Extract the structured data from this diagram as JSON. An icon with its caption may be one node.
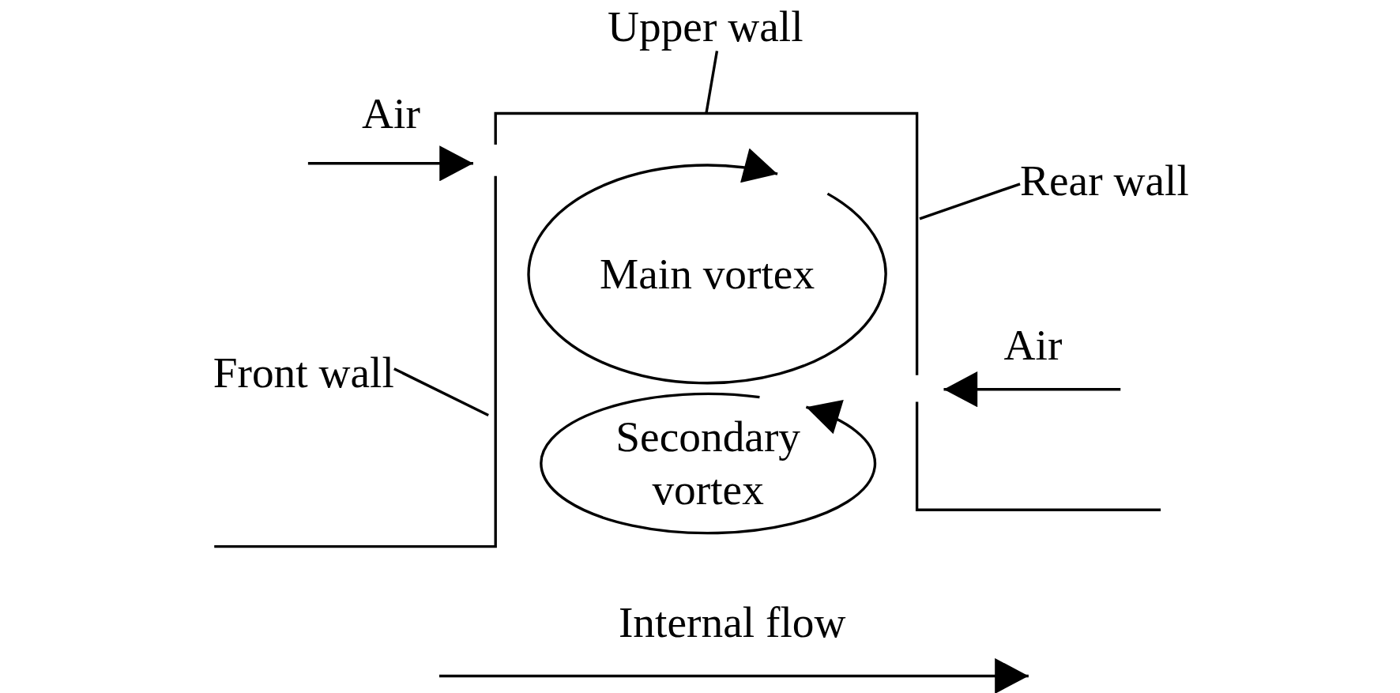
{
  "diagram": {
    "nodes": [
      {
        "text": [
          "Upper wall"
        ]
      },
      {
        "text": [
          "Rear wall"
        ]
      },
      {
        "text": [
          "Front wall"
        ]
      },
      {
        "text": [
          "Main vortex"
        ]
      },
      {
        "text": [
          "Secondary vortex"
        ]
      }
    ],
    "edges": [
      {
        "from": 0,
        "to": null,
        "arrow": "none"
      },
      {
        "from": 1,
        "to": null,
        "arrow": "none"
      },
      {
        "from": 2,
        "to": null,
        "arrow": "none"
      }
    ],
    "labels": [
      "Air",
      "Air",
      "Internal flow"
    ]
  }
}
